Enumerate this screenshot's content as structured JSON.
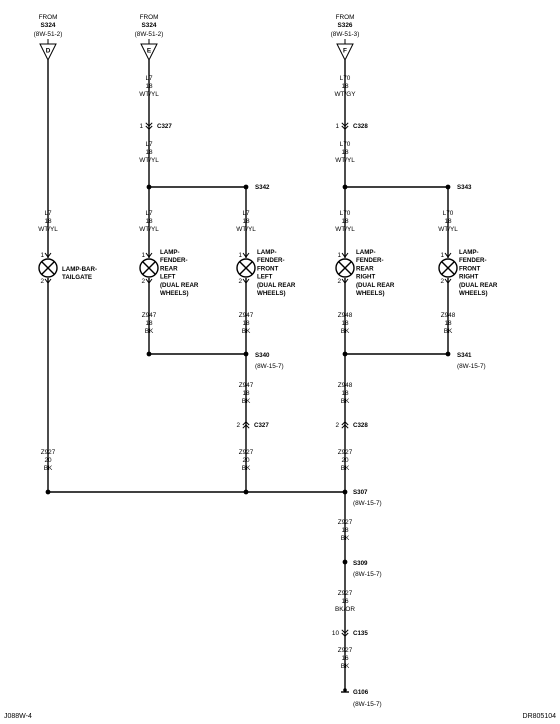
{
  "sources": [
    {
      "id": "src-d",
      "from": "FROM",
      "splice": "S324",
      "ref": "(8W-51-2)",
      "letter": "D"
    },
    {
      "id": "src-e",
      "from": "FROM",
      "splice": "S324",
      "ref": "(8W-51-2)",
      "letter": "E"
    },
    {
      "id": "src-f",
      "from": "FROM",
      "splice": "S326",
      "ref": "(8W-51-3)",
      "letter": "F"
    }
  ],
  "wires": [
    {
      "id": "w-e-top",
      "circuit": "L7",
      "gauge": "18",
      "color": "WT/YL"
    },
    {
      "id": "w-e-mid",
      "circuit": "L7",
      "gauge": "18",
      "color": "WT/YL"
    },
    {
      "id": "w-f-top",
      "circuit": "L70",
      "gauge": "18",
      "color": "WT/GY"
    },
    {
      "id": "w-f-mid",
      "circuit": "L70",
      "gauge": "18",
      "color": "WT/YL"
    },
    {
      "id": "w-d",
      "circuit": "L7",
      "gauge": "18",
      "color": "WT/YL"
    },
    {
      "id": "w-l1",
      "circuit": "L7",
      "gauge": "18",
      "color": "WT/YL"
    },
    {
      "id": "w-l2",
      "circuit": "L7",
      "gauge": "18",
      "color": "WT/YL"
    },
    {
      "id": "w-l3",
      "circuit": "L70",
      "gauge": "18",
      "color": "WT/YL"
    },
    {
      "id": "w-l4",
      "circuit": "L70",
      "gauge": "18",
      "color": "WT/YL"
    },
    {
      "id": "w-g1",
      "circuit": "Z947",
      "gauge": "18",
      "color": "BK"
    },
    {
      "id": "w-g2",
      "circuit": "Z947",
      "gauge": "18",
      "color": "BK"
    },
    {
      "id": "w-g3",
      "circuit": "Z948",
      "gauge": "18",
      "color": "BK"
    },
    {
      "id": "w-g4",
      "circuit": "Z948",
      "gauge": "18",
      "color": "BK"
    },
    {
      "id": "w-s340-c327",
      "circuit": "Z947",
      "gauge": "18",
      "color": "BK"
    },
    {
      "id": "w-s341-c328",
      "circuit": "Z948",
      "gauge": "18",
      "color": "BK"
    },
    {
      "id": "w-tailgate-gnd",
      "circuit": "Z927",
      "gauge": "20",
      "color": "BK"
    },
    {
      "id": "w-c327-s307",
      "circuit": "Z927",
      "gauge": "20",
      "color": "BK"
    },
    {
      "id": "w-c328-s307",
      "circuit": "Z927",
      "gauge": "20",
      "color": "BK"
    },
    {
      "id": "w-s307-s309",
      "circuit": "Z927",
      "gauge": "18",
      "color": "BK"
    },
    {
      "id": "w-s309-c135",
      "circuit": "Z927",
      "gauge": "16",
      "color": "BK/OR"
    },
    {
      "id": "w-c135-g106",
      "circuit": "Z927",
      "gauge": "16",
      "color": "BK"
    }
  ],
  "connectors": [
    {
      "id": "c327-top",
      "pin": "1",
      "name": "C327"
    },
    {
      "id": "c328-top",
      "pin": "1",
      "name": "C328"
    },
    {
      "id": "c327-bot",
      "pin": "2",
      "name": "C327"
    },
    {
      "id": "c328-bot",
      "pin": "2",
      "name": "C328"
    },
    {
      "id": "c135",
      "pin": "10",
      "name": "C135"
    }
  ],
  "splices": [
    {
      "id": "s342",
      "name": "S342",
      "ref": ""
    },
    {
      "id": "s343",
      "name": "S343",
      "ref": ""
    },
    {
      "id": "s340",
      "name": "S340",
      "ref": "(8W-15-7)"
    },
    {
      "id": "s341",
      "name": "S341",
      "ref": "(8W-15-7)"
    },
    {
      "id": "s307",
      "name": "S307",
      "ref": "(8W-15-7)"
    },
    {
      "id": "s309",
      "name": "S309",
      "ref": "(8W-15-7)"
    }
  ],
  "ground": {
    "name": "G106",
    "ref": "(8W-15-7)"
  },
  "lamps": [
    {
      "id": "lamp-tailgate",
      "lines": [
        "LAMP-BAR-",
        "TAILGATE"
      ],
      "pin_in": "1",
      "pin_out": "2"
    },
    {
      "id": "lamp-rl",
      "lines": [
        "LAMP-",
        "FENDER-",
        "REAR",
        "LEFT",
        "(DUAL REAR",
        "WHEELS)"
      ],
      "pin_in": "1",
      "pin_out": "2"
    },
    {
      "id": "lamp-fl",
      "lines": [
        "LAMP-",
        "FENDER-",
        "FRONT",
        "LEFT",
        "(DUAL REAR",
        "WHEELS)"
      ],
      "pin_in": "1",
      "pin_out": "2"
    },
    {
      "id": "lamp-rr",
      "lines": [
        "LAMP-",
        "FENDER-",
        "REAR",
        "RIGHT",
        "(DUAL REAR",
        "WHEELS)"
      ],
      "pin_in": "1",
      "pin_out": "2"
    },
    {
      "id": "lamp-fr",
      "lines": [
        "LAMP-",
        "FENDER-",
        "FRONT",
        "RIGHT",
        "(DUAL REAR",
        "WHEELS)"
      ],
      "pin_in": "1",
      "pin_out": "2"
    }
  ],
  "footer": {
    "left": "J088W-4",
    "right": "DR805104"
  }
}
